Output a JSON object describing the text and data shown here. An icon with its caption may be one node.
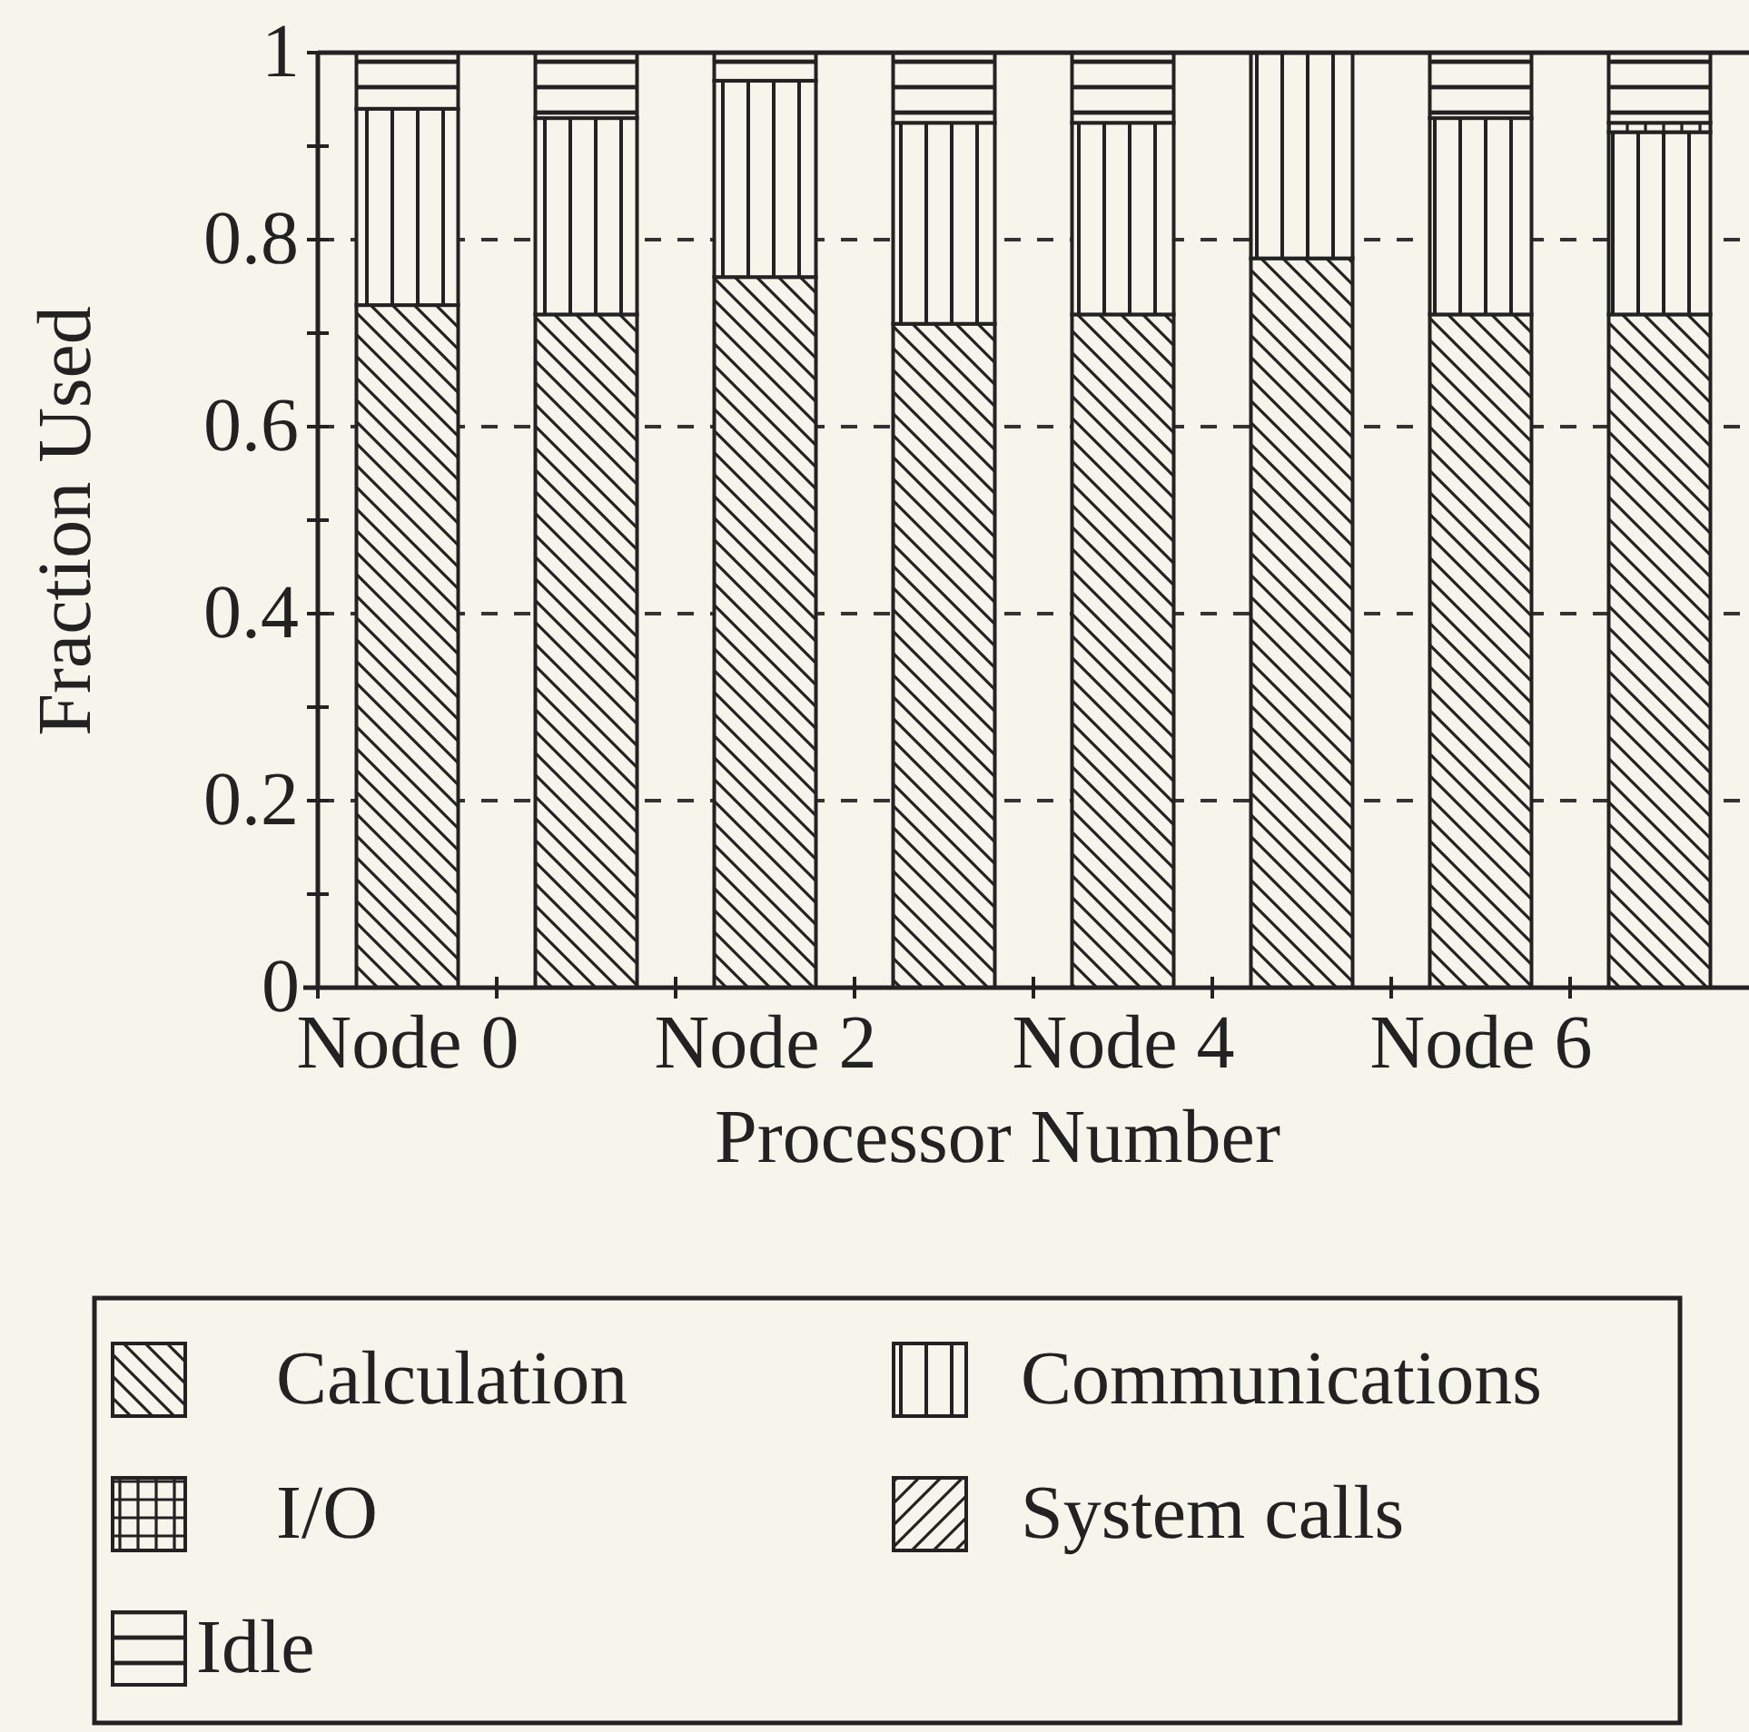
{
  "diagram": {
    "chart_data": {
      "type": "bar",
      "stacked": true,
      "orientation": "vertical",
      "xlabel": "Processor Number",
      "ylabel": "Fraction Used",
      "categories": [
        "Node 0",
        null,
        "Node 2",
        null,
        "Node 4",
        null,
        "Node 6",
        null
      ],
      "ylim": [
        0,
        1
      ],
      "grid": true,
      "legend": "bottom",
      "yticks": [
        0,
        0.2,
        0.4,
        0.6,
        0.8,
        1
      ],
      "series": [
        {
          "name": "Calculation",
          "values": [
            0.73,
            0.72,
            0.76,
            0.71,
            0.72,
            0.78,
            0.72,
            0.72
          ]
        },
        {
          "name": "Communications",
          "values": [
            0.21,
            0.21,
            0.21,
            0.215,
            0.205,
            0.22,
            0.21,
            0.195
          ]
        },
        {
          "name": "I/O",
          "values": [
            0,
            0,
            0,
            0,
            0,
            0,
            0,
            0.01
          ]
        },
        {
          "name": "System calls",
          "values": [
            0,
            0,
            0,
            0,
            0,
            0,
            0,
            0
          ]
        },
        {
          "name": "Idle",
          "values": [
            0.06,
            0.07,
            0.03,
            0.075,
            0.075,
            0,
            0.07,
            0.075
          ]
        }
      ]
    }
  }
}
